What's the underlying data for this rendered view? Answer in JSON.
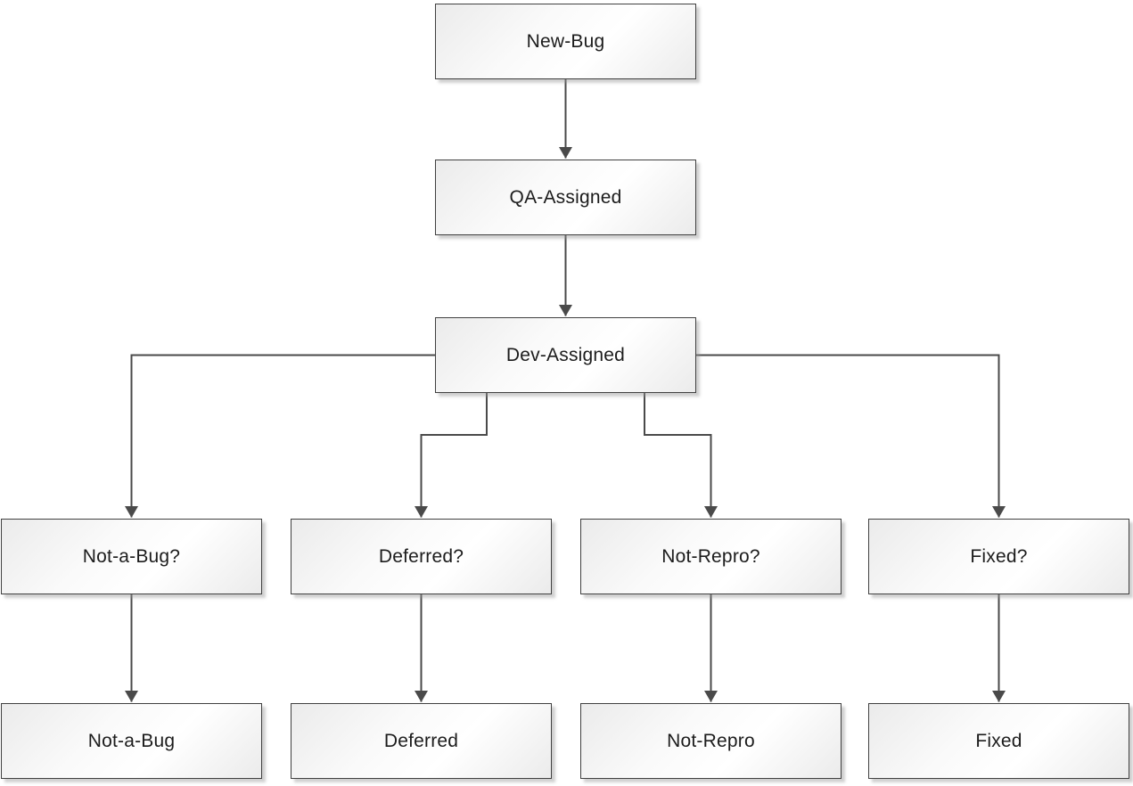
{
  "diagram": {
    "type": "flowchart",
    "nodes": [
      {
        "id": "new-bug",
        "label": "New-Bug"
      },
      {
        "id": "qa-assigned",
        "label": "QA-Assigned"
      },
      {
        "id": "dev-assigned",
        "label": "Dev-Assigned"
      },
      {
        "id": "not-a-bug-q",
        "label": "Not-a-Bug?"
      },
      {
        "id": "deferred-q",
        "label": "Deferred?"
      },
      {
        "id": "not-repro-q",
        "label": "Not-Repro?"
      },
      {
        "id": "fixed-q",
        "label": "Fixed?"
      },
      {
        "id": "not-a-bug",
        "label": "Not-a-Bug"
      },
      {
        "id": "deferred",
        "label": "Deferred"
      },
      {
        "id": "not-repro",
        "label": "Not-Repro"
      },
      {
        "id": "fixed",
        "label": "Fixed"
      }
    ],
    "edges": [
      {
        "from": "new-bug",
        "to": "qa-assigned"
      },
      {
        "from": "qa-assigned",
        "to": "dev-assigned"
      },
      {
        "from": "dev-assigned",
        "to": "not-a-bug-q"
      },
      {
        "from": "dev-assigned",
        "to": "deferred-q"
      },
      {
        "from": "dev-assigned",
        "to": "not-repro-q"
      },
      {
        "from": "dev-assigned",
        "to": "fixed-q"
      },
      {
        "from": "not-a-bug-q",
        "to": "not-a-bug"
      },
      {
        "from": "deferred-q",
        "to": "deferred"
      },
      {
        "from": "not-repro-q",
        "to": "not-repro"
      },
      {
        "from": "fixed-q",
        "to": "fixed"
      }
    ],
    "colors": {
      "connector": "#4a4a4a",
      "node_border": "#404040",
      "node_fill_light": "#ffffff",
      "node_fill_dark": "#ebebeb",
      "text": "#1c1c1c",
      "background": "#ffffff"
    }
  }
}
